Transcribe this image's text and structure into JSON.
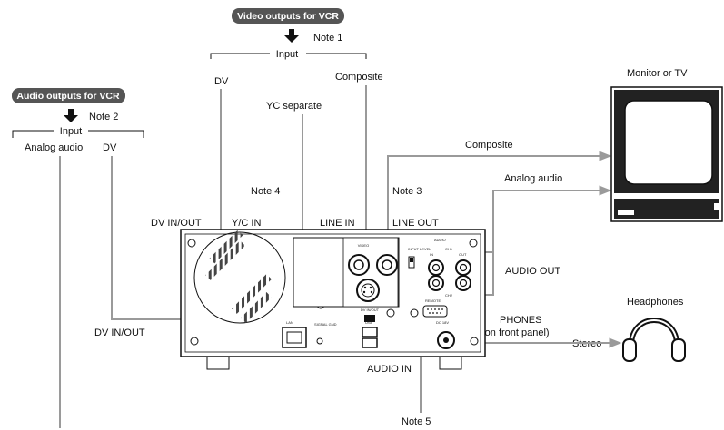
{
  "video_group": {
    "title": "Video outputs for VCR",
    "note": "Note 1",
    "input_label": "Input",
    "composite": "Composite",
    "dv": "DV",
    "yc": "YC separate"
  },
  "audio_group": {
    "title": "Audio outputs for VCR",
    "note": "Note 2",
    "input_label": "Input",
    "analog": "Analog audio",
    "dv": "DV"
  },
  "notes": {
    "note3": "Note 3",
    "note4": "Note 4",
    "note5": "Note 5"
  },
  "rear_labels": {
    "dv_inout": "DV IN/OUT",
    "yc_in": "Y/C IN",
    "line_in": "LINE IN",
    "line_out": "LINE OUT",
    "dv_inout_left": "DV IN/OUT",
    "audio_out": "AUDIO OUT",
    "audio_in": "AUDIO IN",
    "phones": "PHONES",
    "phones_sub": "(on front panel)",
    "stereo": "Stereo"
  },
  "outputs": {
    "composite": "Composite",
    "analog_audio": "Analog audio",
    "monitor": "Monitor or TV",
    "headphones": "Headphones"
  },
  "panel_text": {
    "video": "VIDEO",
    "audio": "AUDIO",
    "input_level": "INPUT LEVEL",
    "ch1": "CH1",
    "ch2": "CH2",
    "in": "IN",
    "out": "OUT",
    "remote": "REMOTE",
    "dc": "DC 18V",
    "usb": "USB",
    "lan": "LAN",
    "signal_gnd": "SIGNAL GND",
    "dv_inout_small": "DV IN/OUT"
  },
  "colors": {
    "arrow": "#9a9a9a",
    "pill": "#555555",
    "ink": "#111111"
  }
}
